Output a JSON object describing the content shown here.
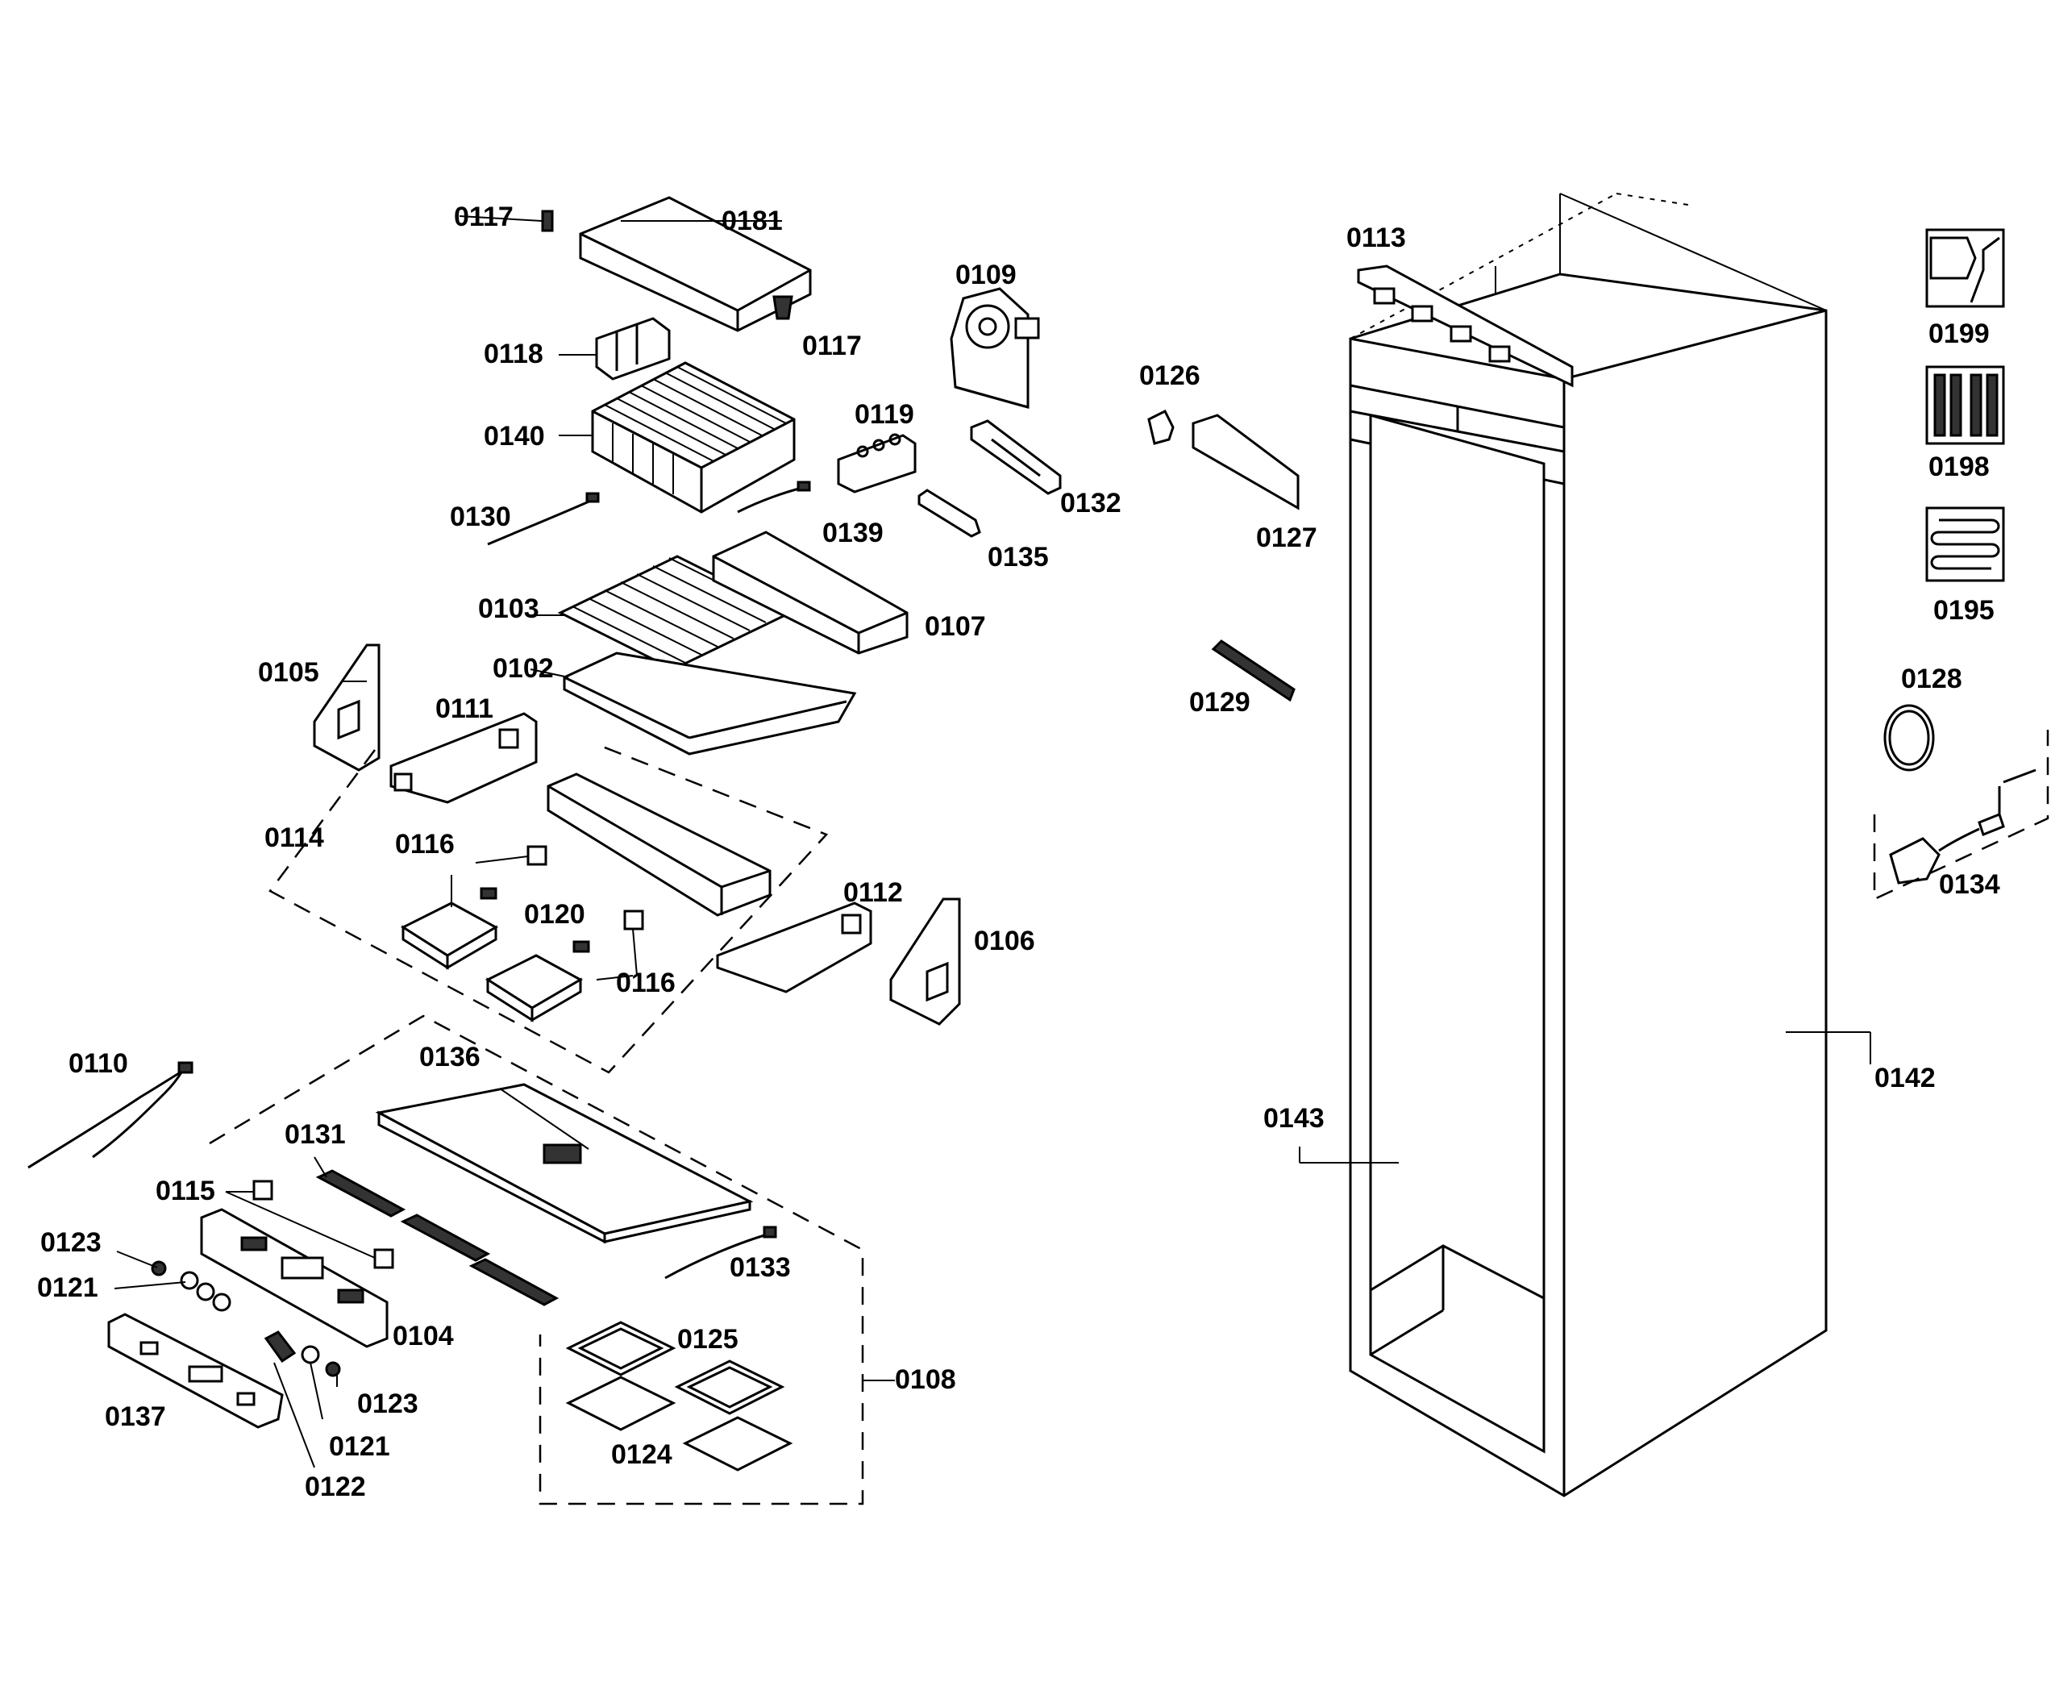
{
  "diagram": {
    "labels": {
      "p0117a": "0117",
      "p0181": "0181",
      "p0109": "0109",
      "p0113": "0113",
      "p0199": "0199",
      "p0118": "0118",
      "p0117b": "0117",
      "p0126": "0126",
      "p0198": "0198",
      "p0140": "0140",
      "p0119": "0119",
      "p0130": "0130",
      "p0132": "0132",
      "p0127": "0127",
      "p0139": "0139",
      "p0135": "0135",
      "p0195": "0195",
      "p0103": "0103",
      "p0107": "0107",
      "p0105": "0105",
      "p0102": "0102",
      "p0129": "0129",
      "p0128": "0128",
      "p0111": "0111",
      "p0114": "0114",
      "p0116a": "0116",
      "p0120": "0120",
      "p0112": "0112",
      "p0134": "0134",
      "p0106": "0106",
      "p0116b": "0116",
      "p0110": "0110",
      "p0136": "0136",
      "p0142": "0142",
      "p0143": "0143",
      "p0131": "0131",
      "p0115": "0115",
      "p0123a": "0123",
      "p0133": "0133",
      "p0121a": "0121",
      "p0104": "0104",
      "p0125": "0125",
      "p0108": "0108",
      "p0123b": "0123",
      "p0137": "0137",
      "p0124": "0124",
      "p0121b": "0121",
      "p0122": "0122"
    }
  }
}
